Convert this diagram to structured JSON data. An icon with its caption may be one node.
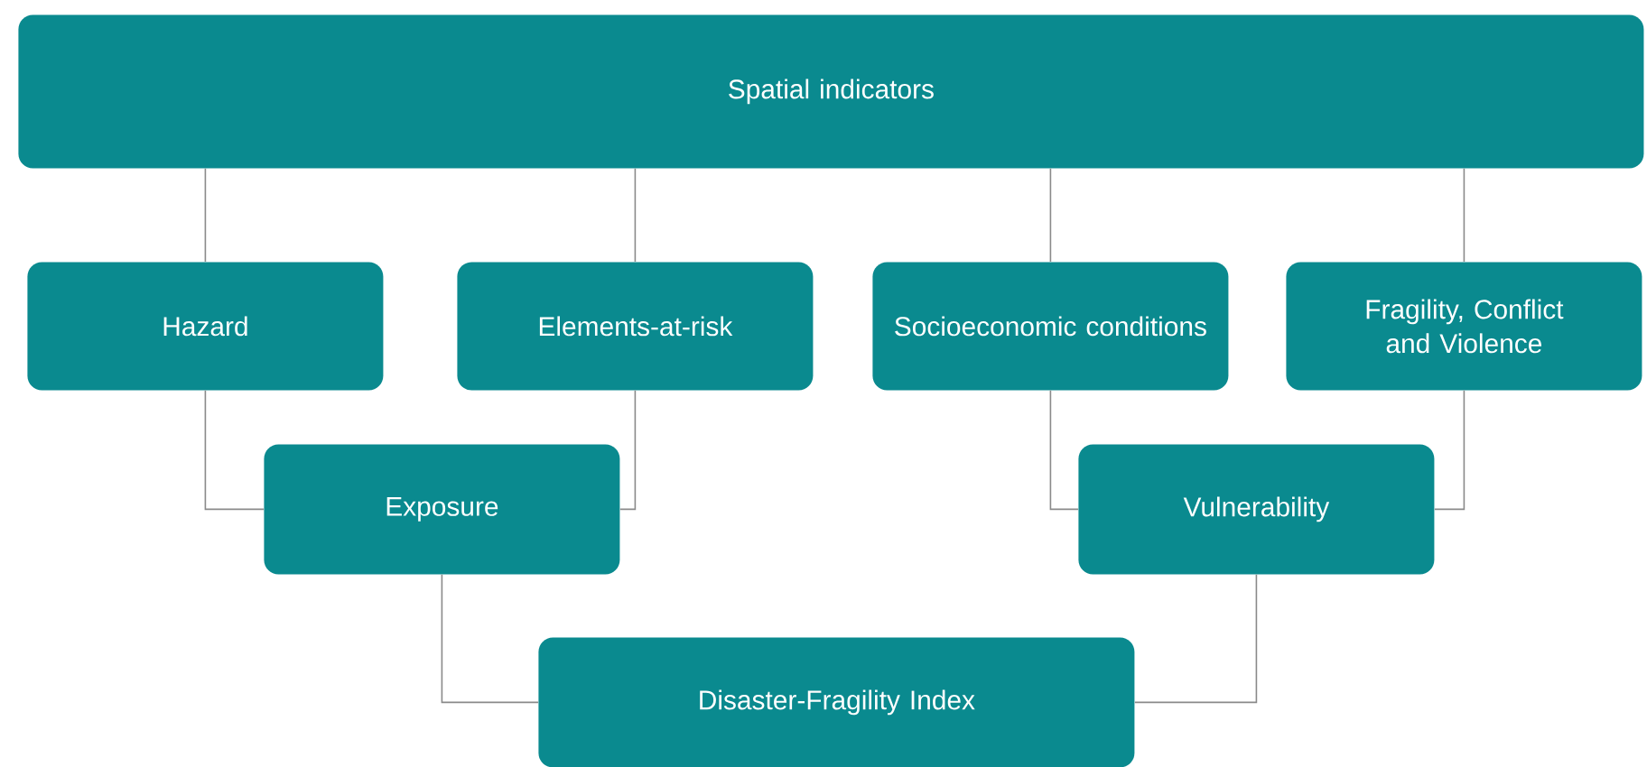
{
  "diagram": {
    "nodes": [
      {
        "text": [
          "Spatial indicators"
        ]
      },
      {
        "text": [
          "Hazard"
        ]
      },
      {
        "text": [
          "Elements-at-risk"
        ]
      },
      {
        "text": [
          "Socioeconomic conditions"
        ]
      },
      {
        "text": [
          "Fragility, Conflict and Violence"
        ]
      },
      {
        "text": [
          "Exposure"
        ]
      },
      {
        "text": [
          "Vulnerability"
        ]
      },
      {
        "text": [
          "Disaster-Fragility Index"
        ]
      }
    ],
    "edges": [
      {
        "from": 0,
        "to": 1,
        "arrow": "none"
      },
      {
        "from": 0,
        "to": 2,
        "arrow": "none"
      },
      {
        "from": 0,
        "to": 3,
        "arrow": "none"
      },
      {
        "from": 0,
        "to": 4,
        "arrow": "none"
      },
      {
        "from": 1,
        "to": 5,
        "arrow": "none"
      },
      {
        "from": 2,
        "to": 5,
        "arrow": "none"
      },
      {
        "from": 3,
        "to": 6,
        "arrow": "none"
      },
      {
        "from": 4,
        "to": 6,
        "arrow": "none"
      },
      {
        "from": 5,
        "to": 7,
        "arrow": "none"
      },
      {
        "from": 6,
        "to": 7,
        "arrow": "none"
      }
    ]
  }
}
